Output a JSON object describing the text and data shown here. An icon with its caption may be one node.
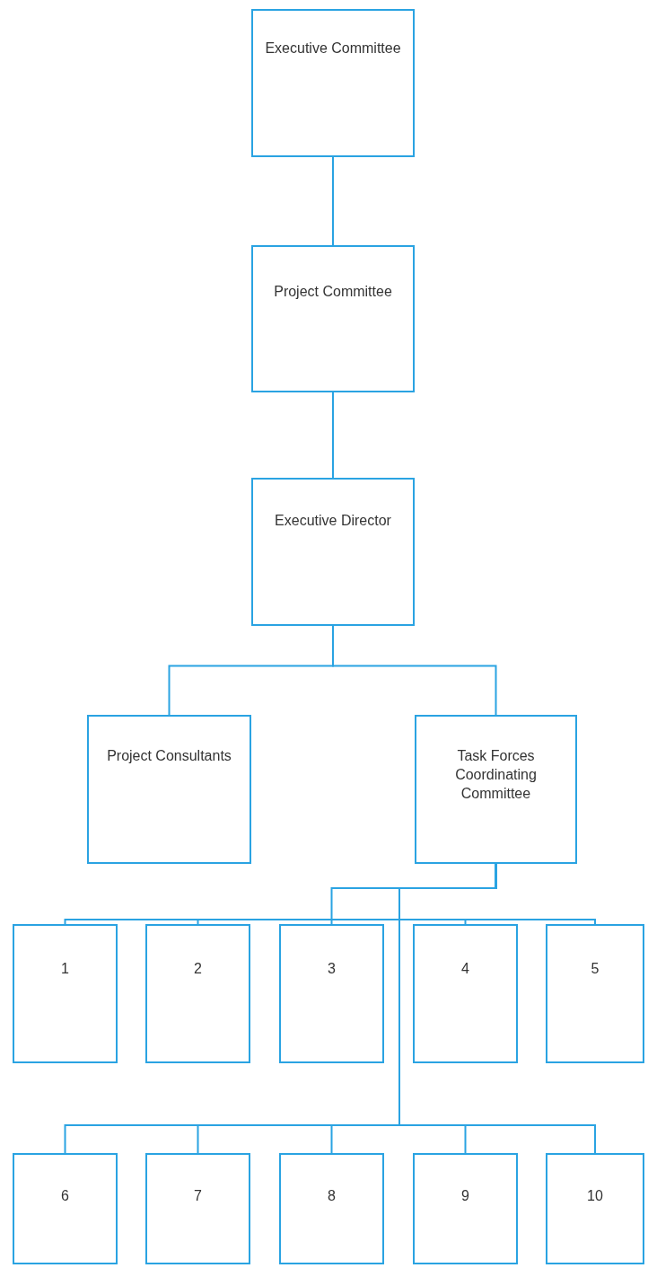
{
  "diagram": {
    "nodes": [
      {
        "text": [
          "Executive Committee"
        ]
      },
      {
        "text": [
          "Project Committee"
        ]
      },
      {
        "text": [
          "Executive Director"
        ]
      },
      {
        "text": [
          "Project Consultants"
        ]
      },
      {
        "text": [
          "Task Forces Coordinating Committee"
        ]
      },
      {
        "text": [
          "1"
        ]
      },
      {
        "text": [
          "2"
        ]
      },
      {
        "text": [
          "3"
        ]
      },
      {
        "text": [
          "4"
        ]
      },
      {
        "text": [
          "5"
        ]
      },
      {
        "text": [
          "6"
        ]
      },
      {
        "text": [
          "7"
        ]
      },
      {
        "text": [
          "8"
        ]
      },
      {
        "text": [
          "9"
        ]
      },
      {
        "text": [
          "10"
        ]
      }
    ],
    "edges": [
      {
        "from": 0,
        "to": 1,
        "arrow": "none"
      },
      {
        "from": 1,
        "to": 2,
        "arrow": "none"
      },
      {
        "from": 2,
        "to": 3,
        "arrow": "none"
      },
      {
        "from": 2,
        "to": 4,
        "arrow": "none"
      },
      {
        "from": 4,
        "to": 5,
        "arrow": "none"
      },
      {
        "from": 4,
        "to": 6,
        "arrow": "none"
      },
      {
        "from": 4,
        "to": 7,
        "arrow": "none"
      },
      {
        "from": 4,
        "to": 8,
        "arrow": "none"
      },
      {
        "from": 4,
        "to": 9,
        "arrow": "none"
      },
      {
        "from": 4,
        "to": 10,
        "arrow": "none"
      },
      {
        "from": 4,
        "to": 11,
        "arrow": "none"
      },
      {
        "from": 4,
        "to": 12,
        "arrow": "none"
      },
      {
        "from": 4,
        "to": 13,
        "arrow": "none"
      },
      {
        "from": 4,
        "to": 14,
        "arrow": "none"
      }
    ]
  }
}
